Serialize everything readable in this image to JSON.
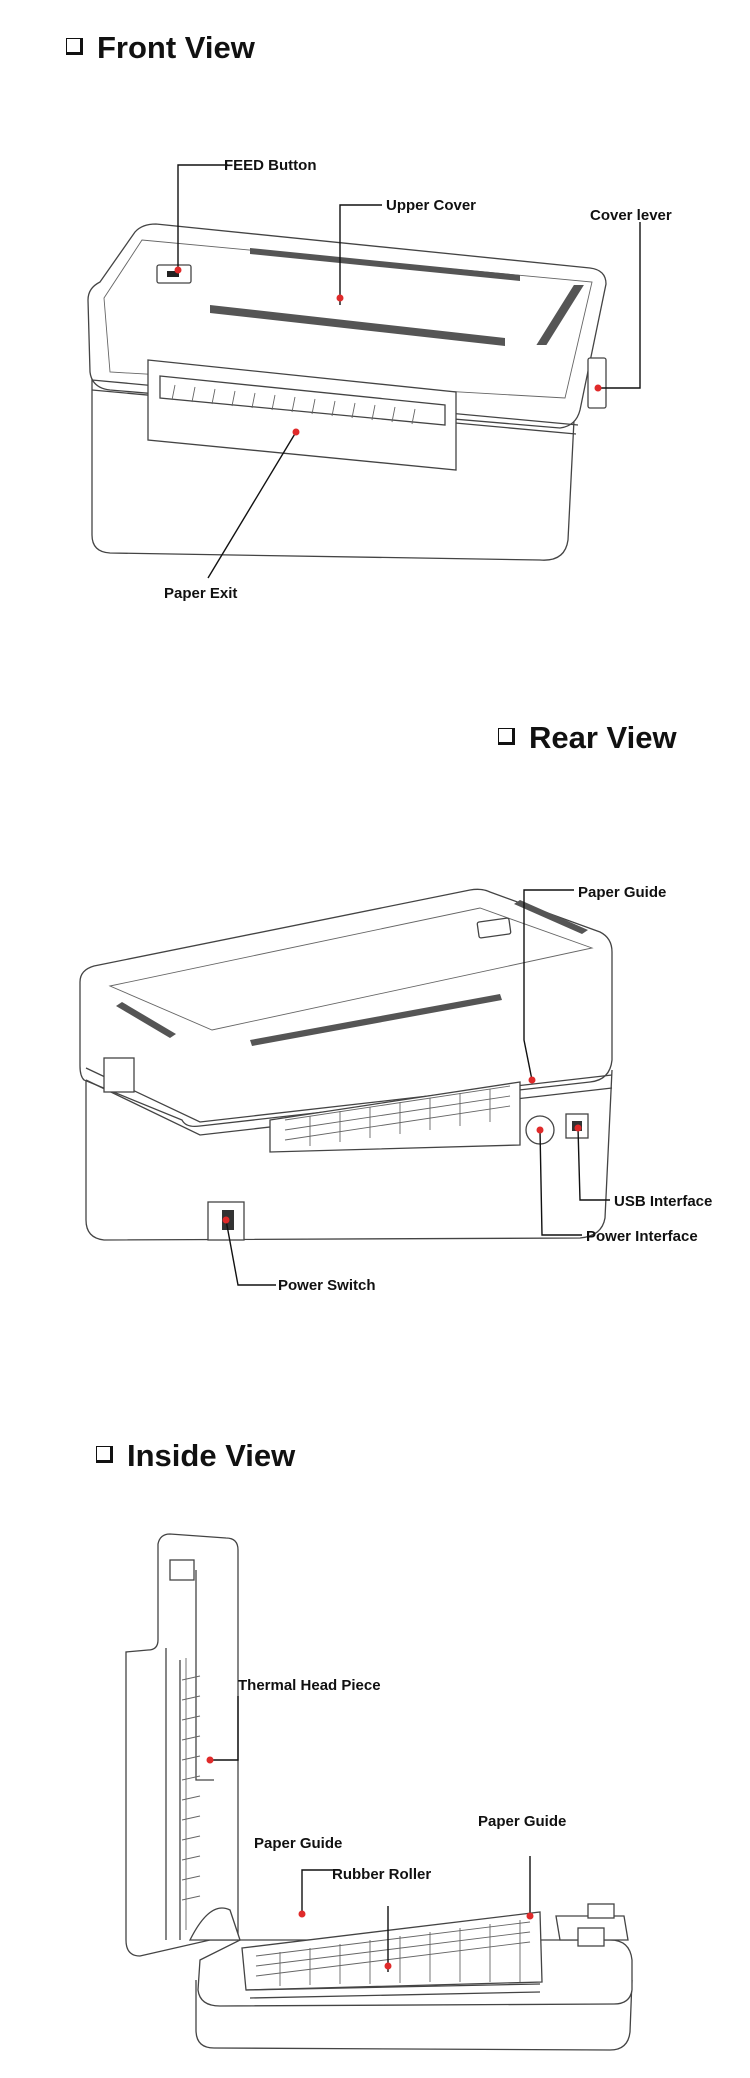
{
  "front": {
    "heading": "Front View",
    "labels": {
      "feed_button": "FEED Button",
      "upper_cover": "Upper Cover",
      "cover_lever": "Cover lever",
      "paper_exit": "Paper Exit"
    }
  },
  "rear": {
    "heading": "Rear View",
    "labels": {
      "paper_guide": "Paper Guide",
      "usb_interface": "USB Interface",
      "power_interface": "Power Interface",
      "power_switch": "Power Switch"
    }
  },
  "inside": {
    "heading": "Inside View",
    "labels": {
      "thermal_head": "Thermal Head Piece",
      "paper_guide_left": "Paper Guide",
      "rubber_roller": "Rubber Roller",
      "paper_guide_right": "Paper Guide"
    }
  },
  "colors": {
    "callout_dot": "#e02a2a",
    "line": "#111111"
  }
}
